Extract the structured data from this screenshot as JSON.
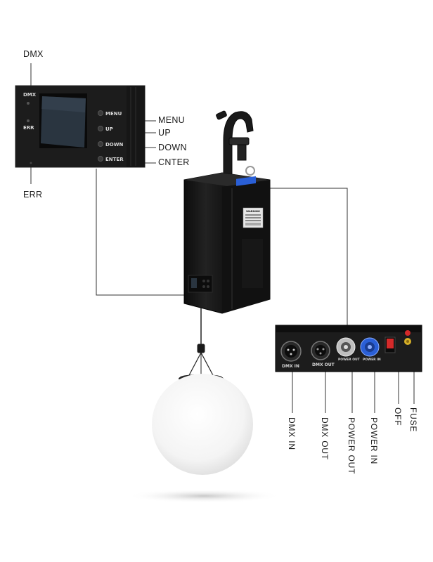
{
  "control_panel": {
    "callouts": {
      "dmx": "DMX",
      "err": "ERR",
      "menu": "MENU",
      "up": "UP",
      "down": "DOWN",
      "center": "CNTER"
    },
    "printed": {
      "dmx": "DMX",
      "err": "ERR",
      "menu": "MENU",
      "up": "UP",
      "down": "DOWN",
      "enter": "ENTER"
    }
  },
  "rear_panel": {
    "callouts": {
      "dmx_in": "DMX IN",
      "dmx_out": "DMX OUT",
      "power_out": "POWER OUT",
      "power_in": "POWER IN",
      "off": "OFF",
      "fuse": "FUSE"
    },
    "printed": {
      "dmx_in": "DMX IN",
      "dmx_out": "DMX OUT",
      "power_out": "POWER OUT",
      "power_in": "POWER IN"
    }
  },
  "device": {
    "warning_label": "WARNING"
  },
  "colors": {
    "housing": "#141414",
    "panel": "#1c1c1c",
    "screen": "#2a3540",
    "connector_blue": "#2a5fd6",
    "switch_red": "#d42a2a",
    "callout_line": "#333333"
  }
}
